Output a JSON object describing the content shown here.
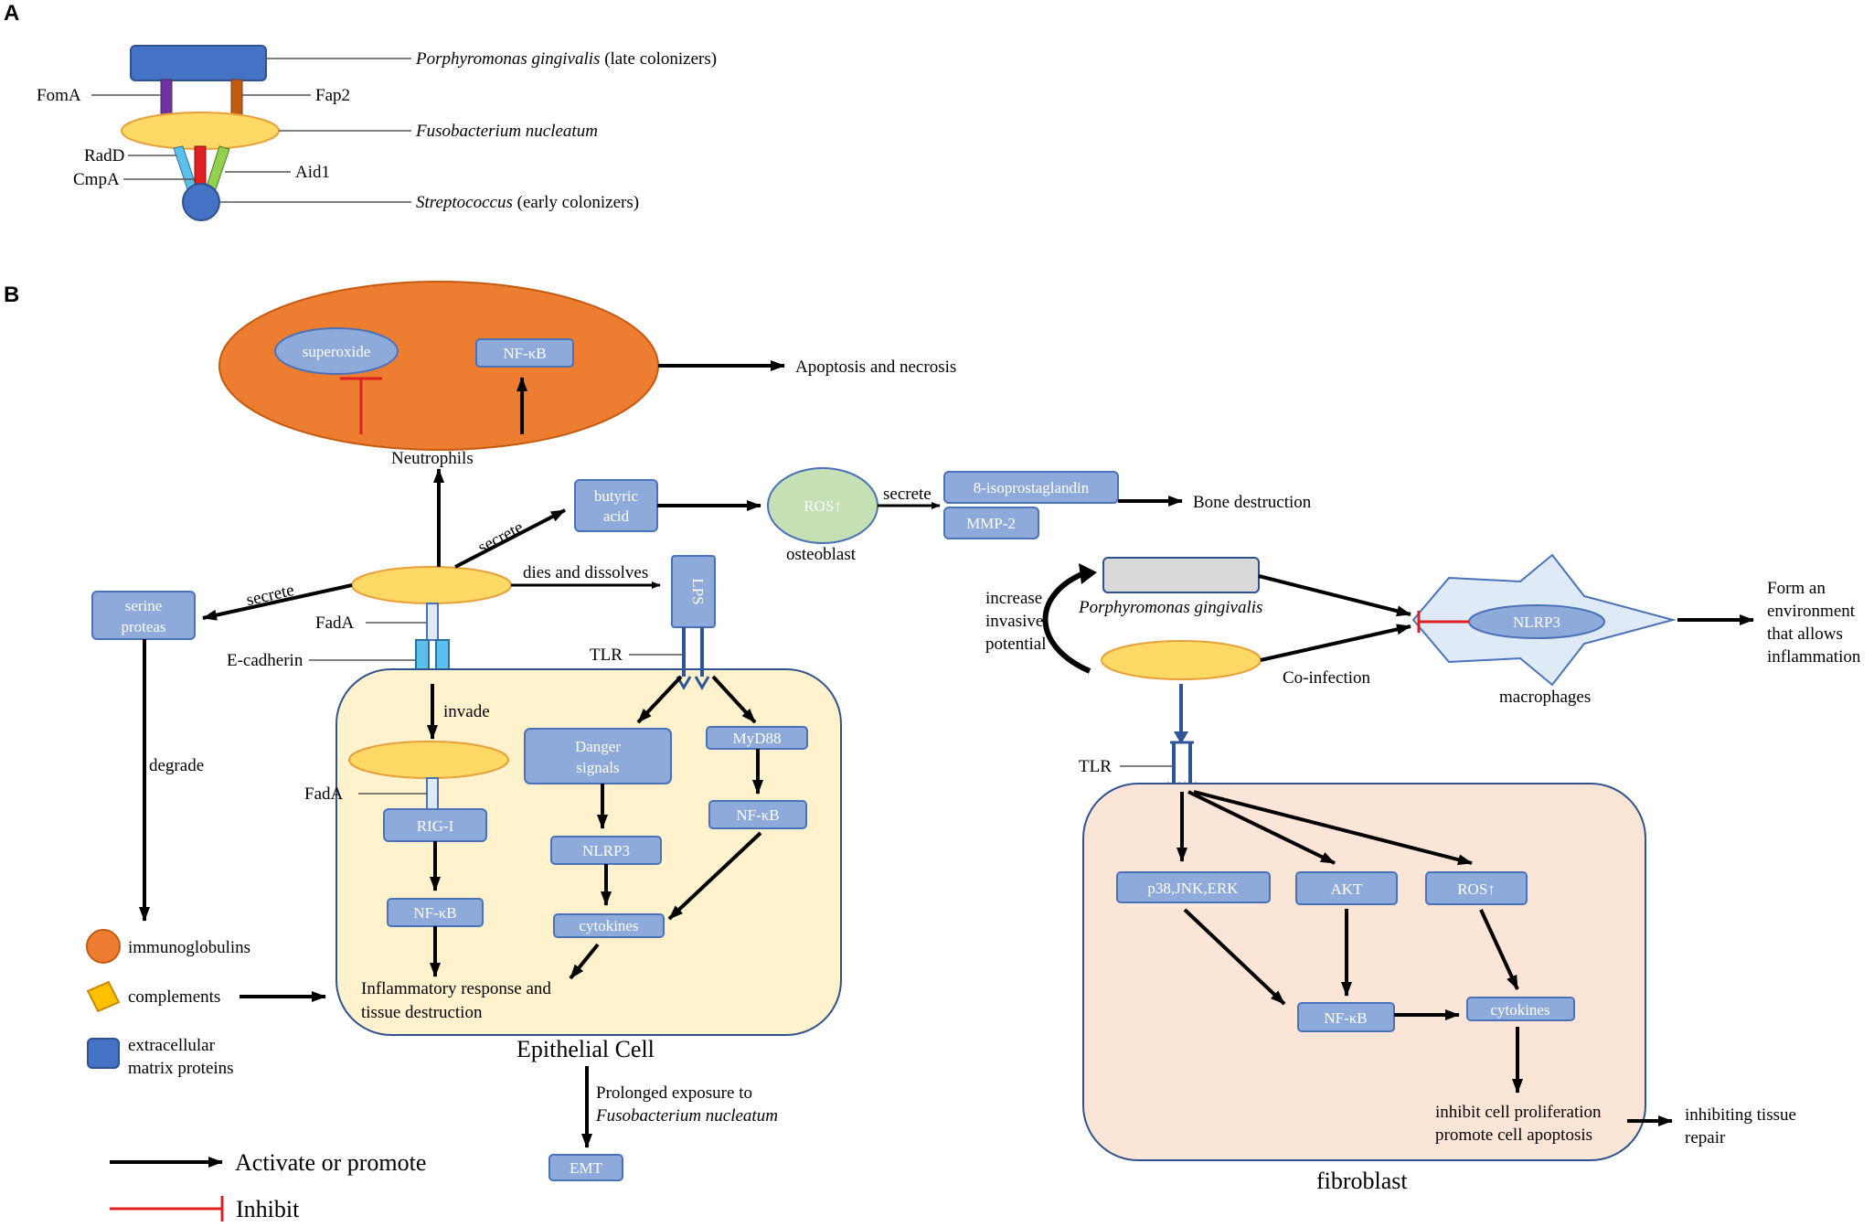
{
  "panel_a": {
    "panel_label": "A",
    "pg_label_italic": "Porphyromonas gingivalis",
    "pg_label_rest": " (late colonizers)",
    "foma": "FomA",
    "fap2": "Fap2",
    "fn_label": "Fusobacterium nucleatum",
    "radd": "RadD",
    "cmpa": "CmpA",
    "aid1": "Aid1",
    "strep_italic": "Streptococcus",
    "strep_rest": " (early colonizers)"
  },
  "panel_b": {
    "panel_label": "B",
    "neutrophil": {
      "superoxide": "superoxide",
      "nfkb": "NF-κB",
      "label": "Neutrophils",
      "outcome": "Apoptosis and necrosis"
    },
    "secrete_butyric": "secrete",
    "butyric_l1": "butyric",
    "butyric_l2": "acid",
    "ros_osteo": "ROS↑",
    "osteoblast": "osteoblast",
    "secrete_ros": "secrete",
    "isoprostaglandin": "8-isoprostaglandin",
    "mmp2": "MMP-2",
    "bone": "Bone destruction",
    "secrete_serine": "secrete",
    "serine_l1": "serine",
    "serine_l2": "proteas",
    "dies": "dies and dissolves",
    "lps": "LPS",
    "fada_top": "FadA",
    "ecadherin": "E-cadherin",
    "invade": "invade",
    "tlr_epi": "TLR",
    "degrade": "degrade",
    "epithelial": {
      "danger_l1": "Danger",
      "danger_l2": "signals",
      "myd88": "MyD88",
      "fada": "FadA",
      "rigi": "RIG-I",
      "nlrp3": "NLRP3",
      "nfkb_right": "NF-κB",
      "nfkb_left": "NF-κB",
      "cytokines": "cytokines",
      "inflam_l1": "Inflammatory response and",
      "inflam_l2": "tissue destruction",
      "label": "Epithelial Cell"
    },
    "immunoglobulins": "immunoglobulins",
    "complements": "complements",
    "ecm_l1": "extracellular",
    "ecm_l2": "matrix proteins",
    "prolonged_l1": "Prolonged exposure to",
    "prolonged_l2": "Fusobacterium nucleatum",
    "emt": "EMT",
    "legend_activate": "Activate or promote",
    "legend_inhibit": "Inhibit",
    "pg_right": "Porphyromonas gingivalis",
    "increase_l1": "increase",
    "increase_l2": "invasive",
    "increase_l3": "potential",
    "coinfection": "Co-infection",
    "macrophage_nlrp3": "NLRP3",
    "macrophages": "macrophages",
    "form_l1": "Form an",
    "form_l2": "environment",
    "form_l3": "that allows",
    "form_l4": "inflammation",
    "tlr_fib": "TLR",
    "fibroblast": {
      "p38": "p38,JNK,ERK",
      "akt": "AKT",
      "ros": "ROS↑",
      "nfkb": "NF-κB",
      "cytokines": "cytokines",
      "inhibit_l1": "inhibit cell proliferation",
      "inhibit_l2": "promote cell apoptosis",
      "label": "fibroblast"
    },
    "inhibit_repair_l1": "inhibiting tissue",
    "inhibit_repair_l2": "repair"
  },
  "colors": {
    "box_blue": "#8eaadb",
    "box_stroke": "#4a72b8",
    "neutrophil_orange": "#ed7d31",
    "yellow_bacterium": "#ffd966",
    "dark_blue": "#4472c4",
    "epithelial_fill": "#fff2cc",
    "fibroblast_fill": "#fbe5d6",
    "ros_green": "#c5e0b4",
    "inhibit_red": "#e02020",
    "macrophage_fill": "#deebf7"
  }
}
